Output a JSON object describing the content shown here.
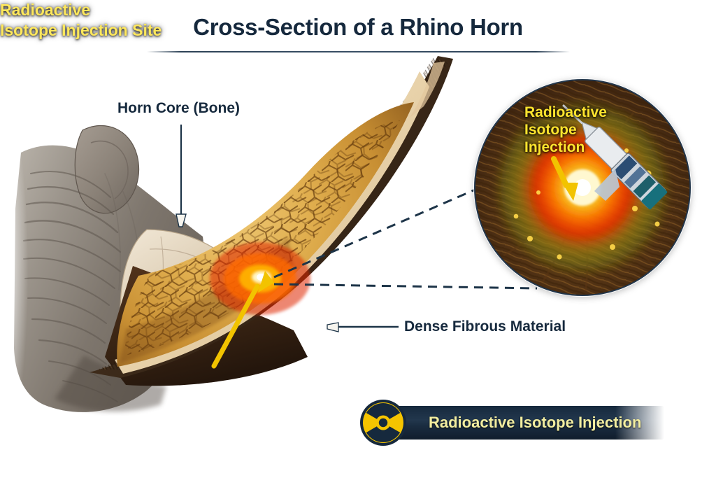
{
  "page": {
    "title": "Cross-Section of a Rhino Horn",
    "background_color": "#ffffff",
    "ink_color": "#16293d",
    "accent_yellow": "#ffe52e"
  },
  "labels": {
    "horn_core": "Horn Core (Bone)",
    "dense_fibrous": "Dense Fibrous Material",
    "injection_site_line1": "Radioactive",
    "injection_site_line2": "Isotope Injection Site"
  },
  "inset": {
    "callout_line1": "Radioactive",
    "callout_line2": "Isotope",
    "callout_line3": "Injection",
    "syringe_icon": "syringe-icon",
    "arrow_icon": "yellow-arrow-icon"
  },
  "legend": {
    "symbol_icon": "radiation-trefoil-icon",
    "text": "Radioactive Isotope Injection",
    "bar_color": "#16293d",
    "symbol_color": "#f5c400",
    "text_color": "#f2eda0"
  },
  "anatomy": {
    "outer_sheath": "Dark brown fibrous keratin sheath",
    "mid_layer": "Cream keratin layer",
    "inner_keratin": "Golden amber cracked keratin",
    "bone_core": "Pale cream bone core",
    "skin": "Grey wrinkled rhino skin"
  }
}
